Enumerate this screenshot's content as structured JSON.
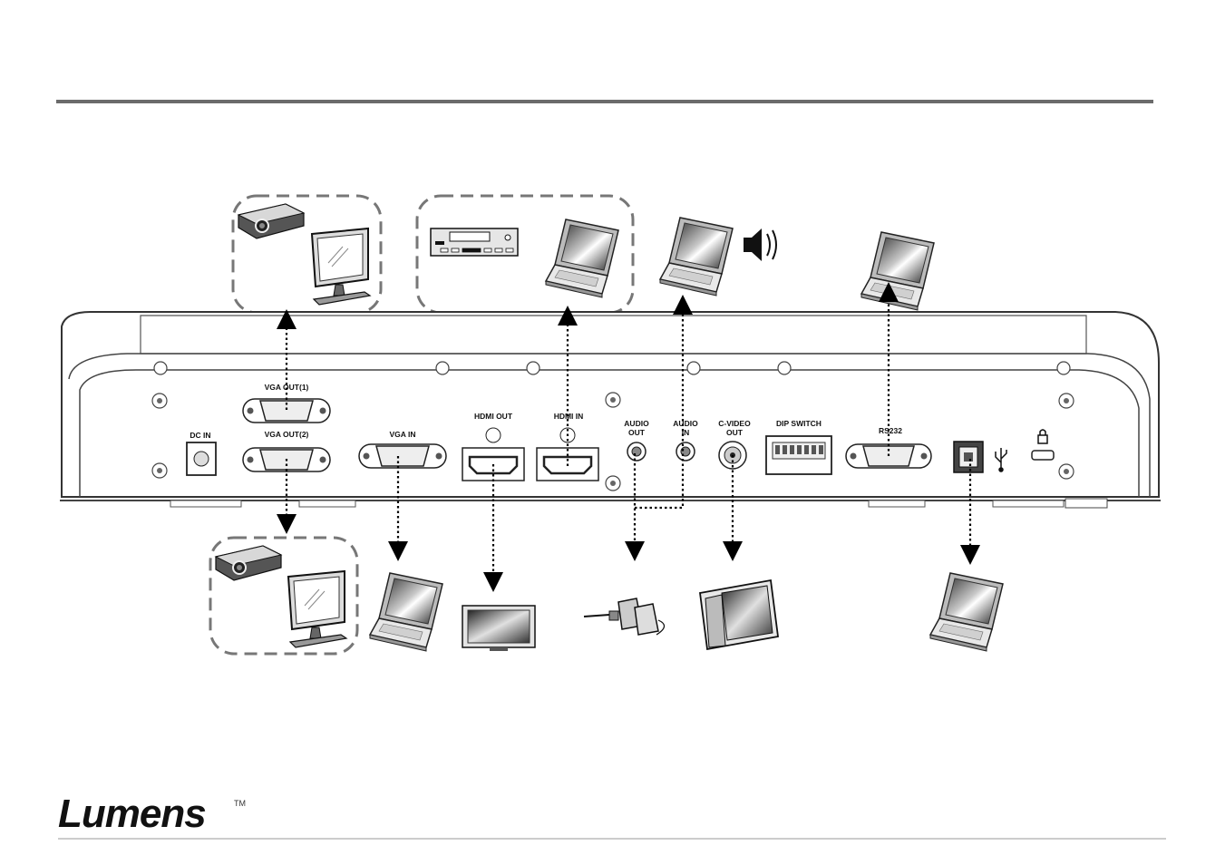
{
  "diagram": {
    "ports": {
      "vga_out_1": "VGA OUT(1)",
      "vga_out_2": "VGA OUT(2)",
      "dc_in": "DC IN",
      "vga_in": "VGA IN",
      "hdmi_out": "HDMI OUT",
      "hdmi_in": "HDMI IN",
      "audio_out_line1": "AUDIO",
      "audio_out_line2": "OUT",
      "audio_in_line1": "AUDIO",
      "audio_in_line2": "IN",
      "cvideo_out_line1": "C-VIDEO",
      "cvideo_out_line2": "OUT",
      "dip_switch": "DIP SWITCH",
      "rs232": "RS232"
    },
    "devices": [
      {
        "id": "projector-top",
        "icon": "projector-icon"
      },
      {
        "id": "monitor-top",
        "icon": "monitor-icon"
      },
      {
        "id": "dvd-player",
        "icon": "dvd-player-icon"
      },
      {
        "id": "laptop-hdmi-in",
        "icon": "laptop-icon"
      },
      {
        "id": "laptop-audio-in",
        "icon": "laptop-icon"
      },
      {
        "id": "speaker",
        "icon": "speaker-icon"
      },
      {
        "id": "laptop-rs232",
        "icon": "laptop-icon"
      },
      {
        "id": "projector-bottom",
        "icon": "projector-icon"
      },
      {
        "id": "monitor-bottom",
        "icon": "monitor-icon"
      },
      {
        "id": "laptop-vga-in",
        "icon": "laptop-icon"
      },
      {
        "id": "flat-tv",
        "icon": "tv-icon"
      },
      {
        "id": "powered-speakers",
        "icon": "speakers-icon"
      },
      {
        "id": "crt-tv",
        "icon": "crt-tv-icon"
      },
      {
        "id": "laptop-usb",
        "icon": "laptop-icon"
      }
    ]
  },
  "footer": {
    "brand": "Lumens",
    "trademark": "TM"
  }
}
